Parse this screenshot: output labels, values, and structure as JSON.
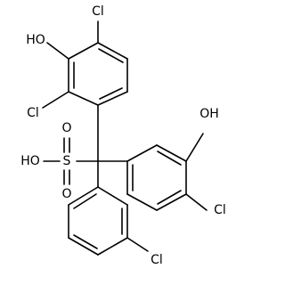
{
  "molecule": {
    "labels": {
      "ring1_oh": "HO",
      "ring1_cl_top": "Cl",
      "ring1_cl_left": "Cl",
      "ring2_oh": "OH",
      "ring2_cl": "Cl",
      "sulfonic_oh": "HO",
      "sulfur": "S",
      "sulfonyl_o_top": "O",
      "sulfonyl_o_bottom": "O",
      "ring3_cl": "Cl"
    }
  }
}
